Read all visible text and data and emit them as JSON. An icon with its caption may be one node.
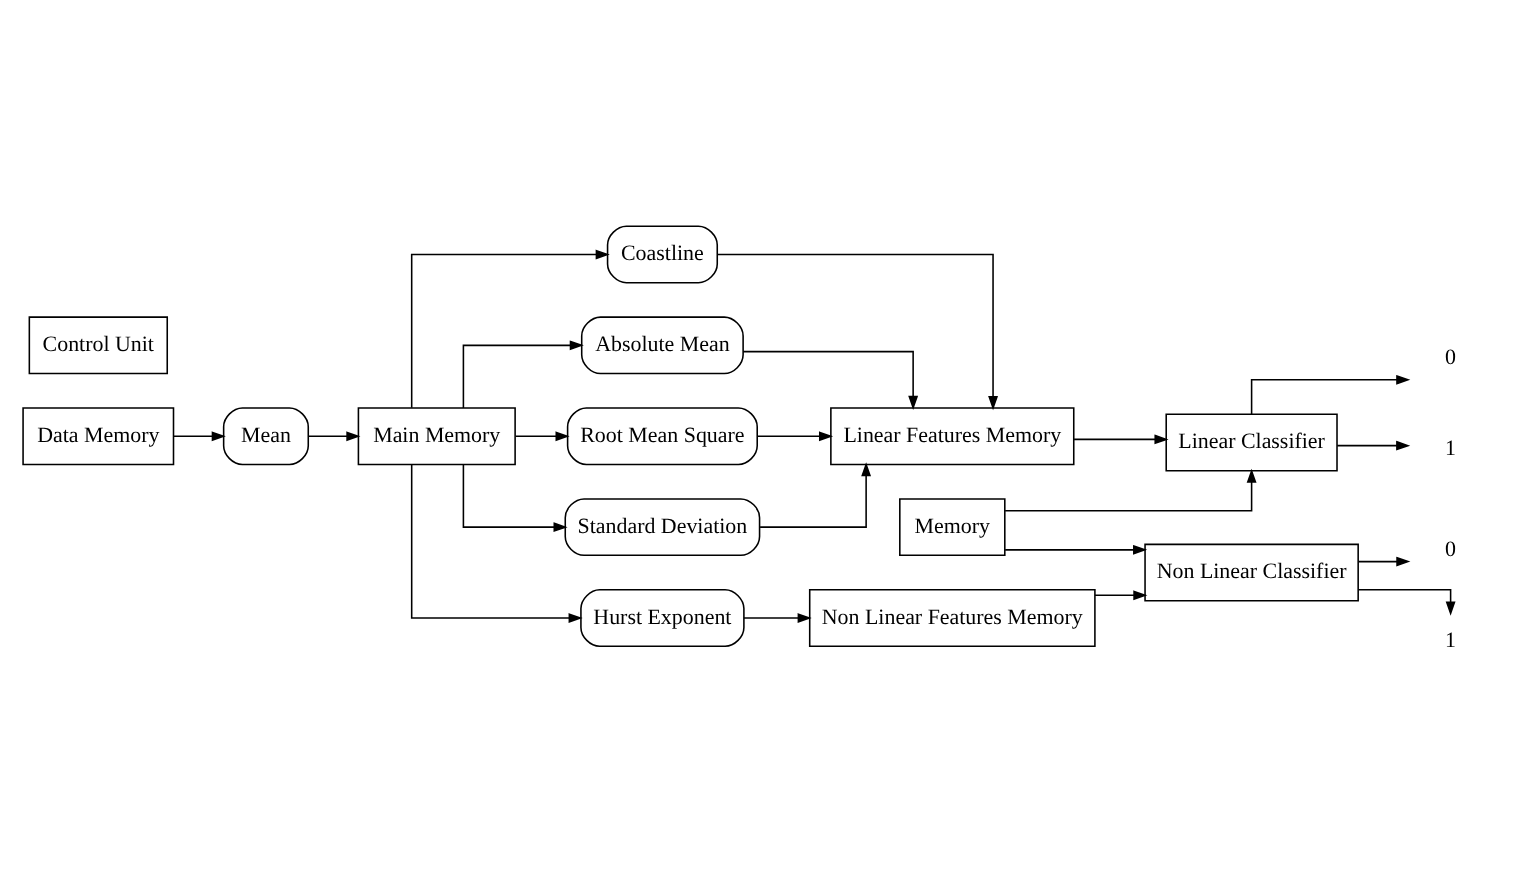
{
  "diagram": {
    "nodes": [
      {
        "text": [
          "Control Unit"
        ]
      },
      {
        "text": [
          "Data Memory"
        ]
      },
      {
        "text": [
          "Mean"
        ]
      },
      {
        "text": [
          "Main Memory"
        ]
      },
      {
        "text": [
          "Coastline"
        ]
      },
      {
        "text": [
          "Absolute Mean"
        ]
      },
      {
        "text": [
          "Root Mean Square"
        ]
      },
      {
        "text": [
          "Standard Deviation"
        ]
      },
      {
        "text": [
          "Hurst Exponent"
        ]
      },
      {
        "text": [
          "Linear Features Memory"
        ]
      },
      {
        "text": [
          "Non Linear Features Memory"
        ]
      },
      {
        "text": [
          "Memory"
        ]
      },
      {
        "text": [
          "Linear Classifier"
        ]
      },
      {
        "text": [
          "Non Linear Classifier"
        ]
      },
      {
        "text": [
          "0"
        ]
      },
      {
        "text": [
          "1"
        ]
      },
      {
        "text": [
          "0"
        ]
      },
      {
        "text": [
          "1"
        ]
      }
    ],
    "edges": [
      {
        "from": 1,
        "to": 2,
        "arrow": "to"
      },
      {
        "from": 2,
        "to": 3,
        "arrow": "to"
      },
      {
        "from": 3,
        "to": 4,
        "arrow": "to"
      },
      {
        "from": 3,
        "to": 5,
        "arrow": "to"
      },
      {
        "from": 3,
        "to": 6,
        "arrow": "to"
      },
      {
        "from": 3,
        "to": 7,
        "arrow": "to"
      },
      {
        "from": 3,
        "to": 8,
        "arrow": "to"
      },
      {
        "from": 4,
        "to": 9,
        "arrow": "to"
      },
      {
        "from": 5,
        "to": 9,
        "arrow": "to"
      },
      {
        "from": 6,
        "to": 9,
        "arrow": "to"
      },
      {
        "from": 7,
        "to": 9,
        "arrow": "to"
      },
      {
        "from": 8,
        "to": 10,
        "arrow": "to"
      },
      {
        "from": 9,
        "to": 12,
        "arrow": "to"
      },
      {
        "from": 10,
        "to": 13,
        "arrow": "to"
      },
      {
        "from": 11,
        "to": 12,
        "arrow": "to"
      },
      {
        "from": 11,
        "to": 13,
        "arrow": "to"
      },
      {
        "from": 12,
        "to": 14,
        "arrow": "to"
      },
      {
        "from": 12,
        "to": 15,
        "arrow": "to"
      },
      {
        "from": 13,
        "to": 16,
        "arrow": "to"
      },
      {
        "from": 13,
        "to": 17,
        "arrow": "to"
      }
    ]
  }
}
